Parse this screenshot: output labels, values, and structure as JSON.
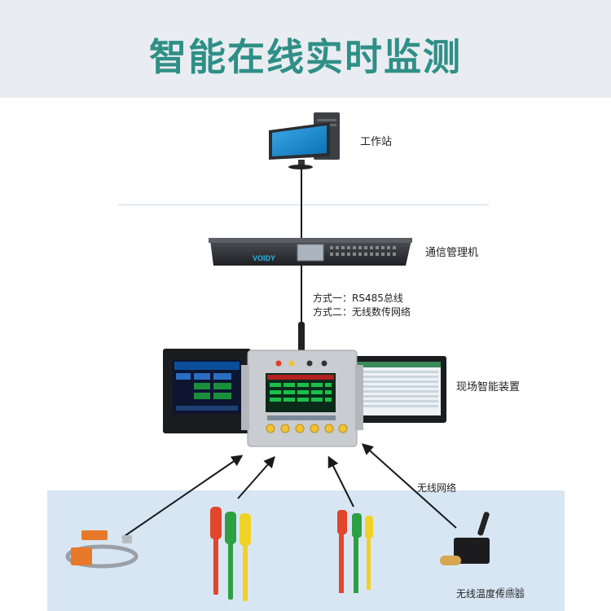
{
  "title": "智能在线实时监测",
  "colors": {
    "title": "#2f8f87",
    "header_bg": "#e9edf1",
    "lower_bg": "#d8e6f4",
    "line": "#1a1a1a"
  },
  "nodes": {
    "workstation": "工作站",
    "comm_manager": "通信管理机",
    "field_device": "现场智能装置",
    "sensor": "无线温度传感器"
  },
  "links": {
    "method1": "方式一：RS485总线",
    "method2": "方式二：无线数传网络",
    "wireless": "无线网络"
  },
  "device_brand": "VOIDY",
  "device_panel_title": "无线温度集中监测系统",
  "watermark": "COM"
}
